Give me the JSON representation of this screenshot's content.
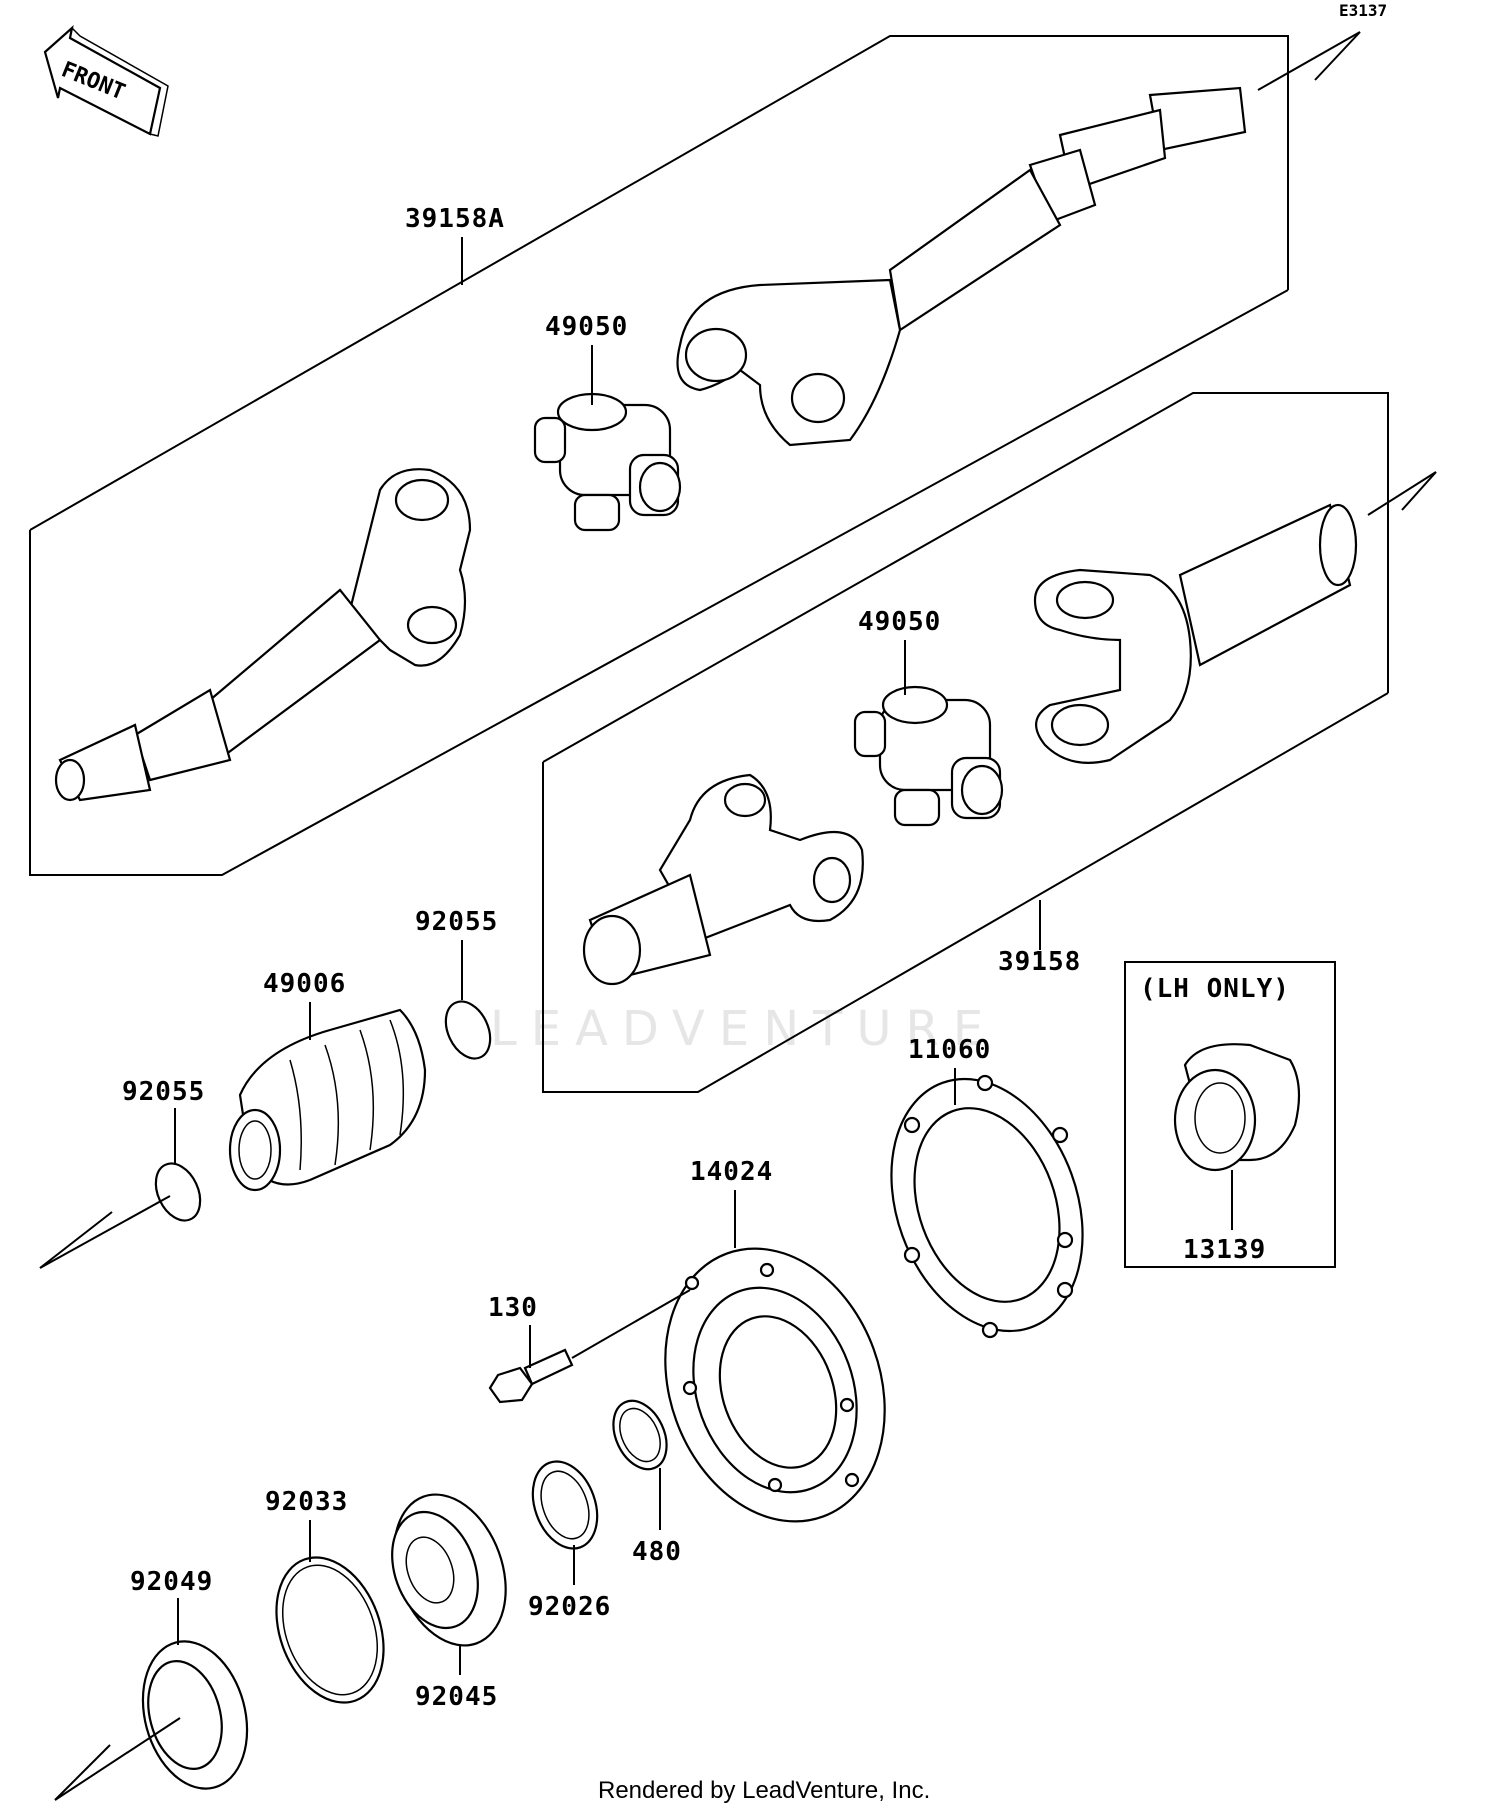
{
  "diagram_code": "E3137",
  "front_label": "FRONT",
  "watermark": "LEADVENTURE",
  "footer": "Rendered by LeadVenture, Inc.",
  "lh_only_label": "(LH ONLY)",
  "parts": {
    "shaft_front": "39158A",
    "cross_joint_upper": "49050",
    "cross_joint_lower": "49050",
    "shaft_rear": "39158",
    "o_ring_upper": "92055",
    "boot": "49006",
    "o_ring_lower": "92055",
    "gasket": "11060",
    "housing": "14024",
    "lh_part": "13139",
    "bolt": "130",
    "circlip": "480",
    "shim": "92026",
    "snap_ring": "92033",
    "bearing": "92045",
    "oil_seal": "92049"
  }
}
